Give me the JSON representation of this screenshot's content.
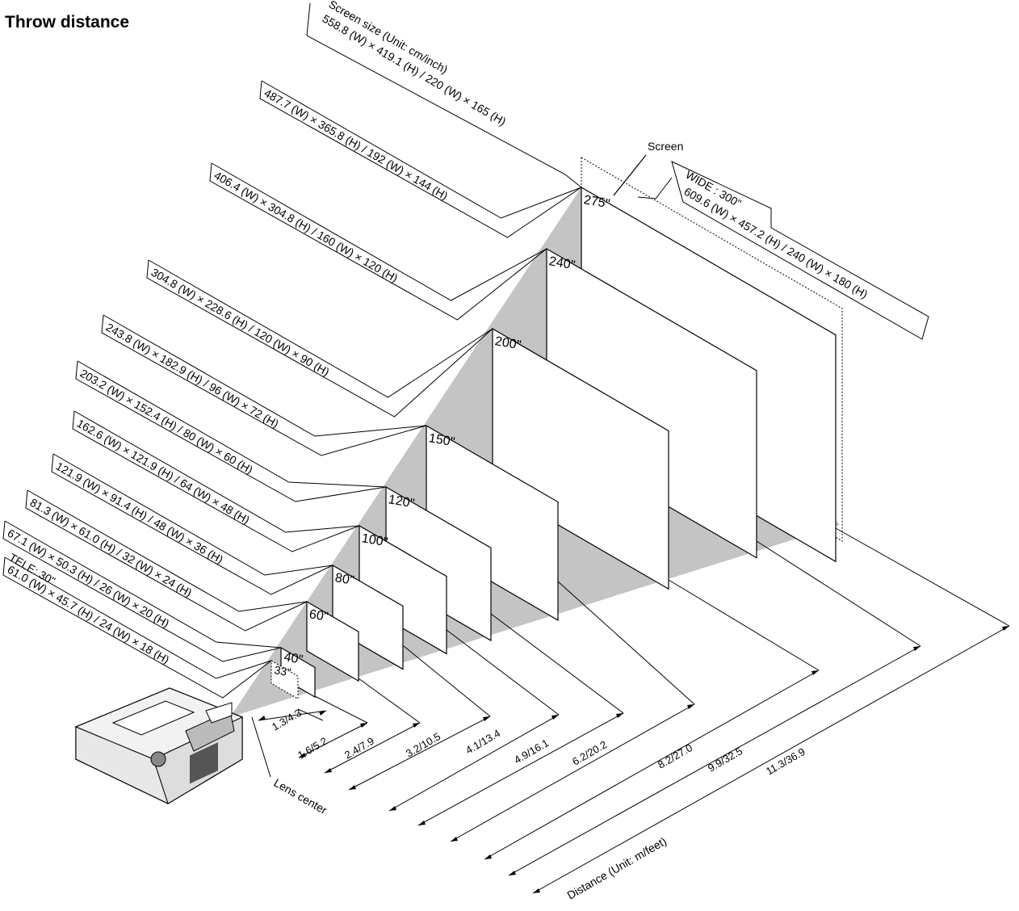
{
  "title": "Throw distance",
  "screen_label": "Screen",
  "lens_center_label": "Lens center",
  "screen_size_header": "Screen size (Unit: cm/inch)",
  "distance_header": "Distance (Unit: m/feet)",
  "tele_label": "TELE: 30\"",
  "wide_label": "WIDE : 300\"",
  "sizes": [
    {
      "size": "33\"",
      "dims": "61.0 (W) × 45.7 (H) / 24 (W) × 18 (H)"
    },
    {
      "size": "40\"",
      "dims": "67.1 (W) × 50.3 (H) / 26 (W) × 20 (H)"
    },
    {
      "size": "60\"",
      "dims": "81.3 (W) × 61.0 (H) / 32 (W) × 24 (H)"
    },
    {
      "size": "80\"",
      "dims": "121.9 (W) × 91.4 (H) / 48 (W) × 36 (H)"
    },
    {
      "size": "100\"",
      "dims": "162.6 (W) × 121.9 (H) / 64 (W) × 48 (H)"
    },
    {
      "size": "120\"",
      "dims": "203.2 (W) × 152.4 (H) / 80 (W) × 60 (H)"
    },
    {
      "size": "150\"",
      "dims": "243.8 (W) × 182.9 (H) / 96 (W) × 72 (H)"
    },
    {
      "size": "200\"",
      "dims": "304.8 (W) × 228.6 (H) / 120 (W) × 90 (H)"
    },
    {
      "size": "240\"",
      "dims": "406.4 (W) × 304.8 (H) / 160 (W) × 120 (H)"
    },
    {
      "size": "275\"",
      "dims": "487.7 (W) × 365.8 (H) / 192 (W) × 144 (H)"
    }
  ],
  "top_dims": "558.8 (W) × 419.1 (H) / 220 (W) × 165 (H)",
  "wide_dims": "609.6 (W) × 457.2 (H) / 240 (W) × 180 (H)",
  "distances": [
    "1.3/4.3",
    "1.6/5.2",
    "2.4/7.9",
    "3.2/10.5",
    "4.1/13.4",
    "4.9/16.1",
    "6.2/20.2",
    "8.2/27.0",
    "9.9/32.5",
    "11.3/36.9"
  ]
}
